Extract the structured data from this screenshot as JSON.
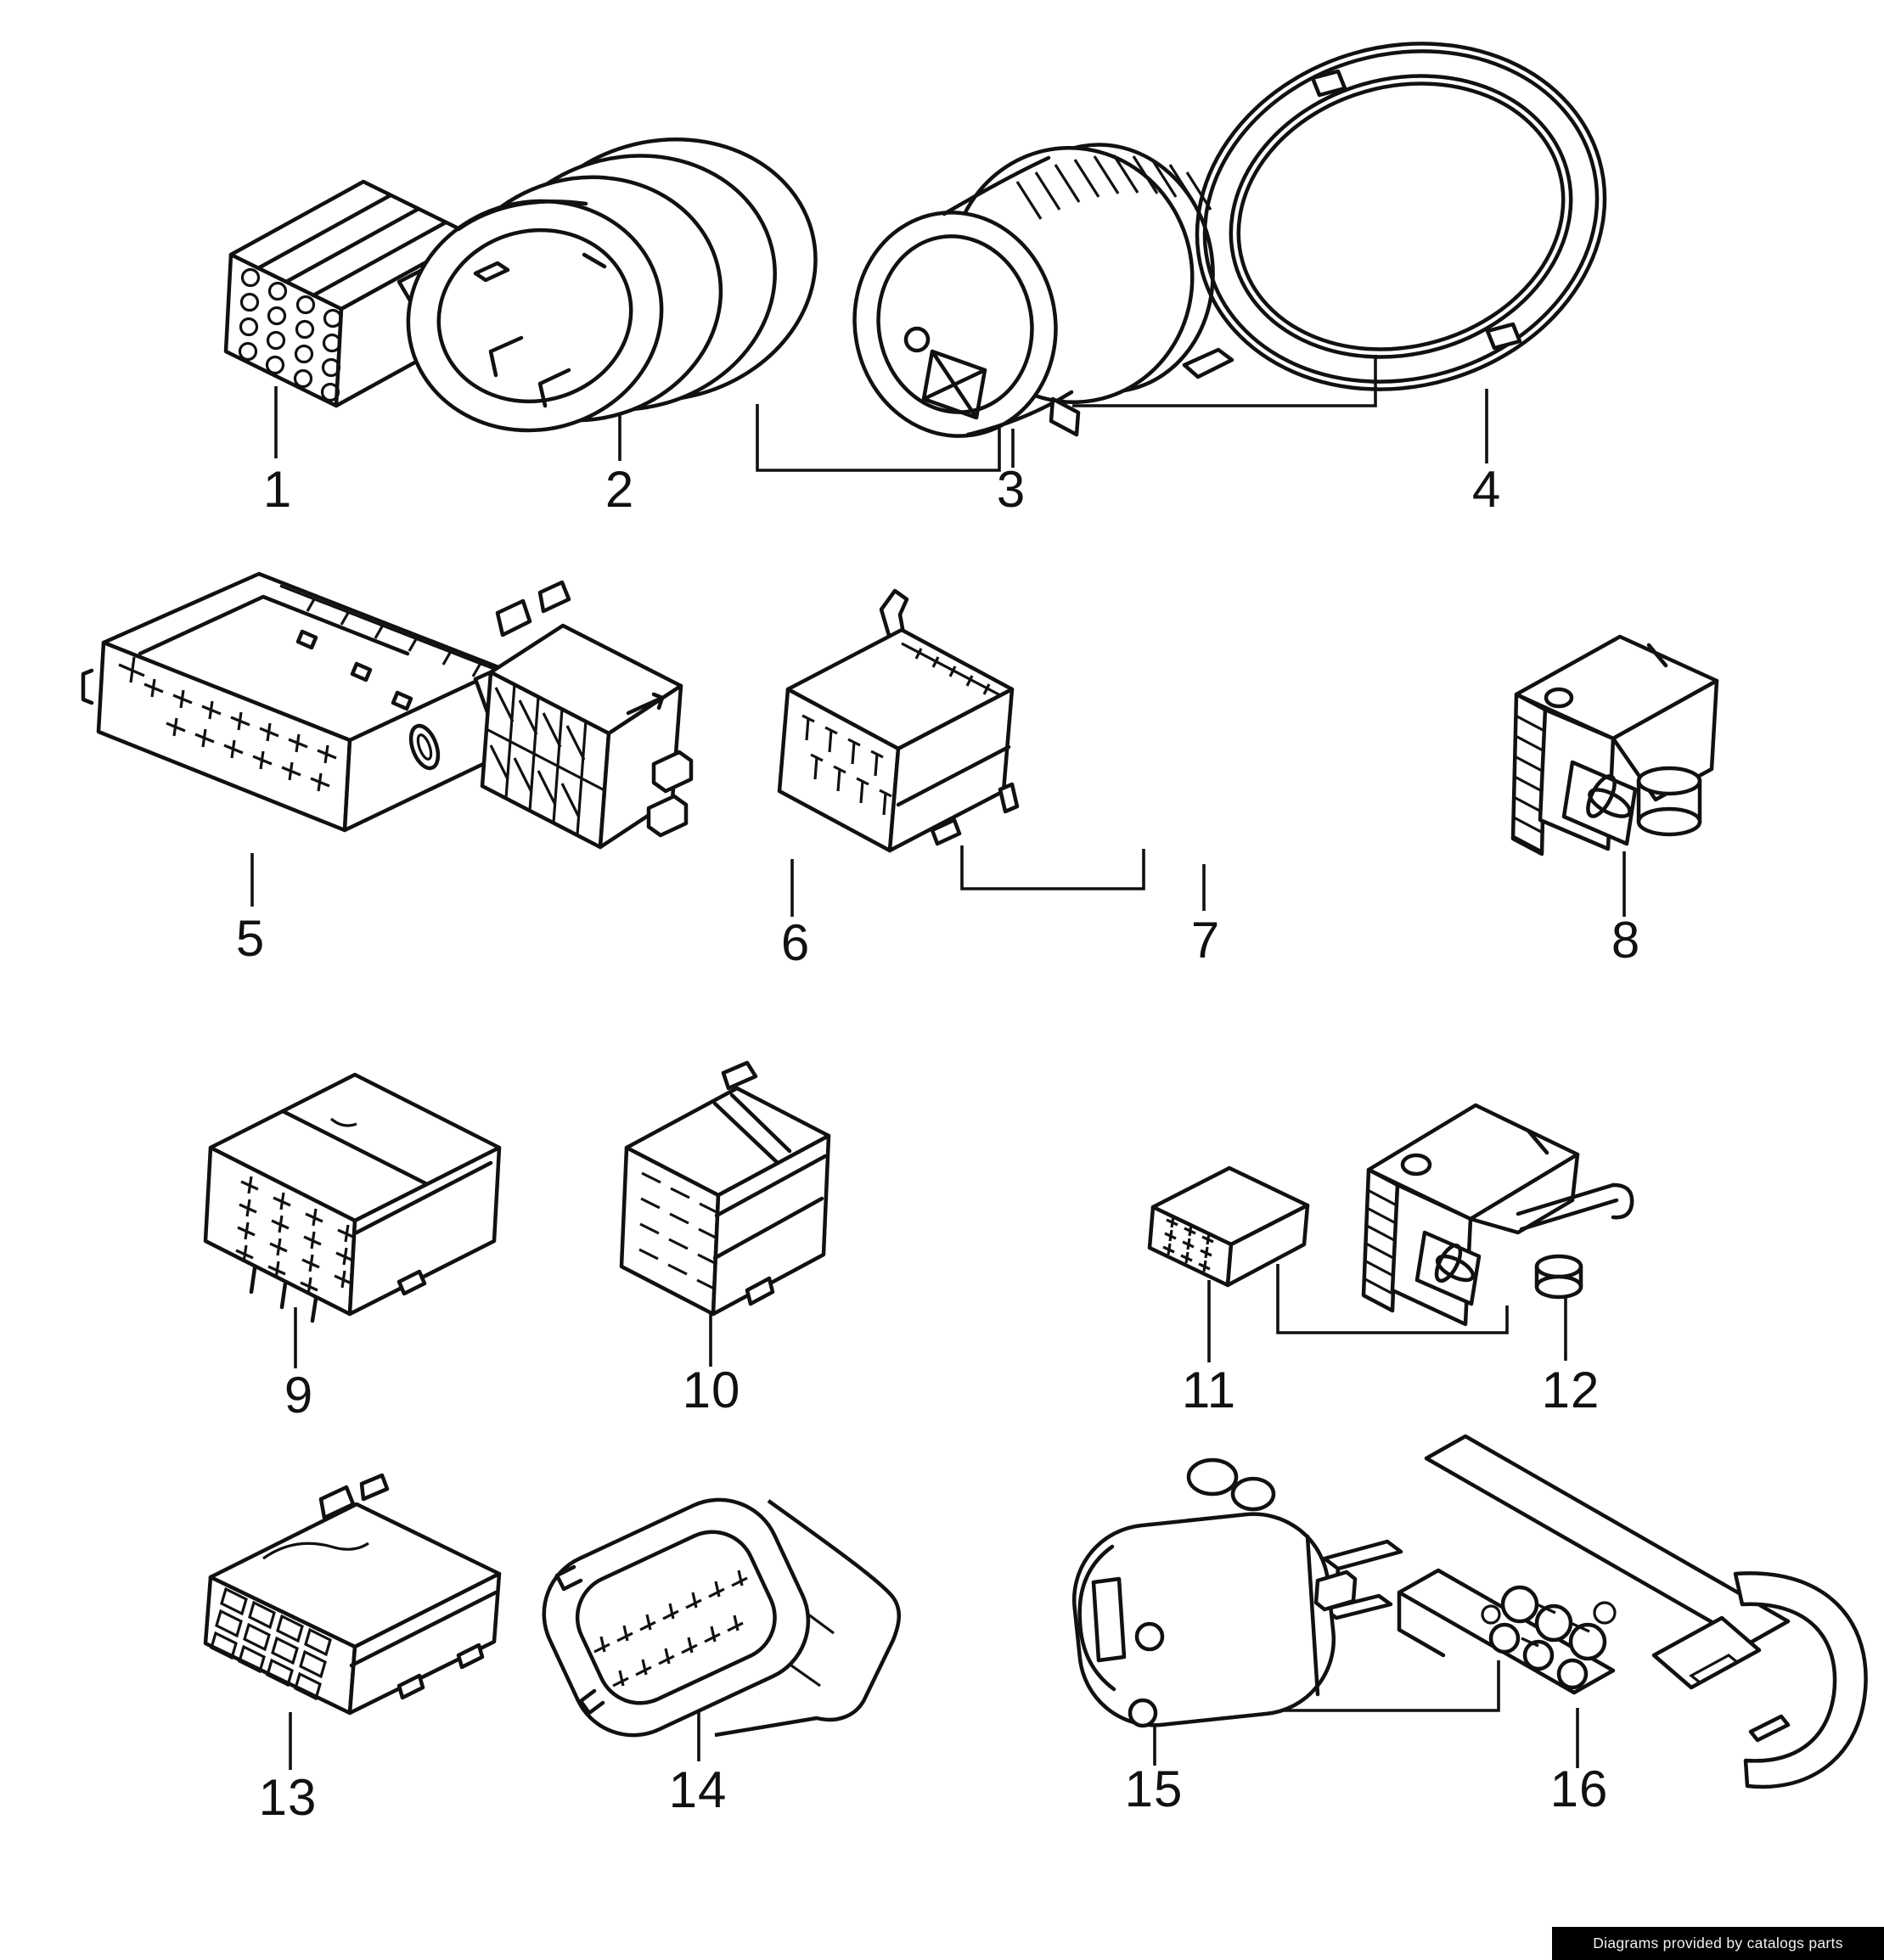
{
  "watermark": {
    "text": "Diagrams provided by catalogs parts"
  },
  "colors": {
    "line": "#111111",
    "background": "#ffffff",
    "watermark_bg": "#000000",
    "watermark_text": "#f2f2f2"
  },
  "parts": [
    {
      "number": "1",
      "kind": "multi-pin-connector-housing-icon"
    },
    {
      "number": "2",
      "kind": "round-connector-housing-icon"
    },
    {
      "number": "3",
      "kind": "round-connector-knurled-housing-icon"
    },
    {
      "number": "4",
      "kind": "seal-ring-icon"
    },
    {
      "number": "5",
      "kind": "flat-multi-pin-housing-icon"
    },
    {
      "number": "6",
      "kind": "lattice-socket-housing-icon"
    },
    {
      "number": "7",
      "kind": "long-socket-housing-icon"
    },
    {
      "number": "8",
      "kind": "latch-connector-housing-icon"
    },
    {
      "number": "9",
      "kind": "pin-grid-housing-icon"
    },
    {
      "number": "10",
      "kind": "slotted-housing-icon"
    },
    {
      "number": "11",
      "kind": "small-pin-housing-icon"
    },
    {
      "number": "12",
      "kind": "latch-connector-housing-large-icon"
    },
    {
      "number": "13",
      "kind": "square-grid-housing-icon"
    },
    {
      "number": "14",
      "kind": "oval-shell-housing-icon"
    },
    {
      "number": "15",
      "kind": "bulb-carrier-housing-icon"
    },
    {
      "number": "16",
      "kind": "lamp-socket-assembly-icon"
    }
  ],
  "connections": [
    {
      "between": "2-3"
    },
    {
      "between": "3-4"
    },
    {
      "between": "6-7"
    },
    {
      "between": "11-12"
    },
    {
      "between": "15-16"
    }
  ]
}
